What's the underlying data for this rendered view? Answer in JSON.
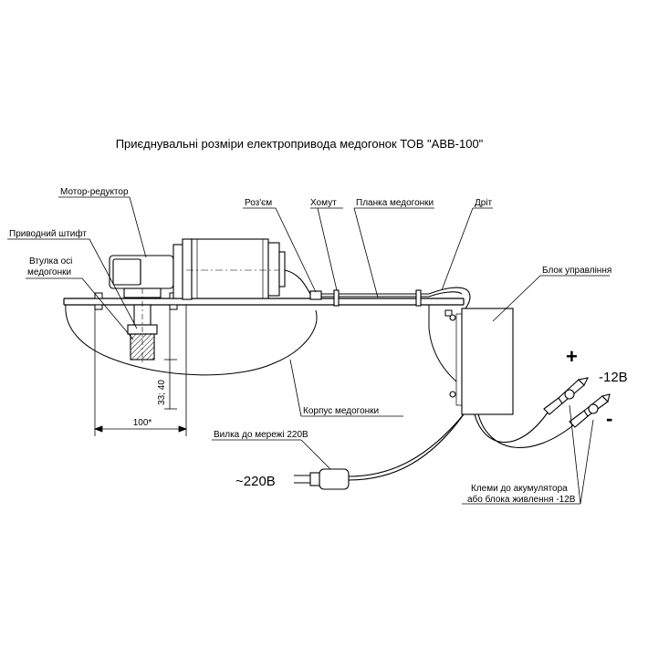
{
  "title": "Приєднувальні розміри електропривода медогонок ТОВ \"АВВ-100\"",
  "labels": {
    "motor_reducer": "Мотор-редуктор",
    "drive_pin": "Приводний штифт",
    "axle_bushing_line1": "Втулка осі",
    "axle_bushing_line2": "медогонки",
    "connector": "Роз'єм",
    "clamp": "Хомут",
    "extractor_bar": "Планка медогонки",
    "wire": "Дріт",
    "control_unit": "Блок управління",
    "extractor_body": "Корпус медогонки",
    "mains_plug": "Вилка до мережі 220В",
    "voltage_ac": "~220В",
    "voltage_dc": "-12В",
    "plus_sign": "+",
    "minus_sign": "-",
    "battery_clamps_line1": "Клеми до акумулятора",
    "battery_clamps_line2": "або блока живлення -12В"
  },
  "dimensions": {
    "width": "100*",
    "height": "33; 40"
  }
}
